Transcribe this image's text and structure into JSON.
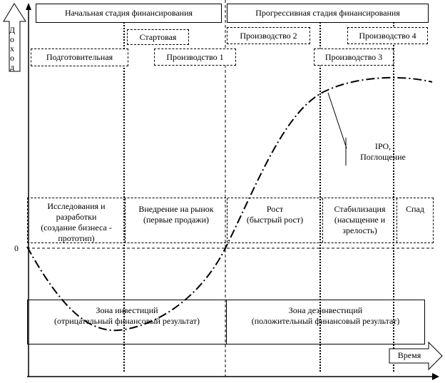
{
  "axes": {
    "y_label_letters": [
      "Д",
      "о",
      "х",
      "о",
      "д"
    ],
    "zero": "0",
    "x_label": "Время"
  },
  "stages": {
    "initial": "Начальная стадия  финансирования",
    "progressive": "Прогрессивная стадия финансирования"
  },
  "phases": {
    "start": "Стартовая",
    "prod2": "Производство 2",
    "prod4": "Производство 4",
    "prep": "Подготовительная",
    "prod1": "Производство 1",
    "prod3": "Производство 3"
  },
  "ipo": {
    "line1": "IPO,",
    "line2": "Поглощение"
  },
  "lifecycle": [
    [
      "Исследования и",
      "разработки",
      "(создание бизнеса -",
      "прототип)"
    ],
    [
      "Внедрение на рынок",
      "(первые продажи)"
    ],
    [
      "Рост",
      "(быстрый рост)"
    ],
    [
      "Стабилизация",
      "(насыщение и",
      "зрелость)"
    ],
    [
      "Спад"
    ]
  ],
  "zones": {
    "invest_title": "Зона инвестиций",
    "invest_sub": "(отрицательный финансовый результат)",
    "divest_title": "Зона дезинвестиций",
    "divest_sub": "(положительный финансовый результат)"
  }
}
